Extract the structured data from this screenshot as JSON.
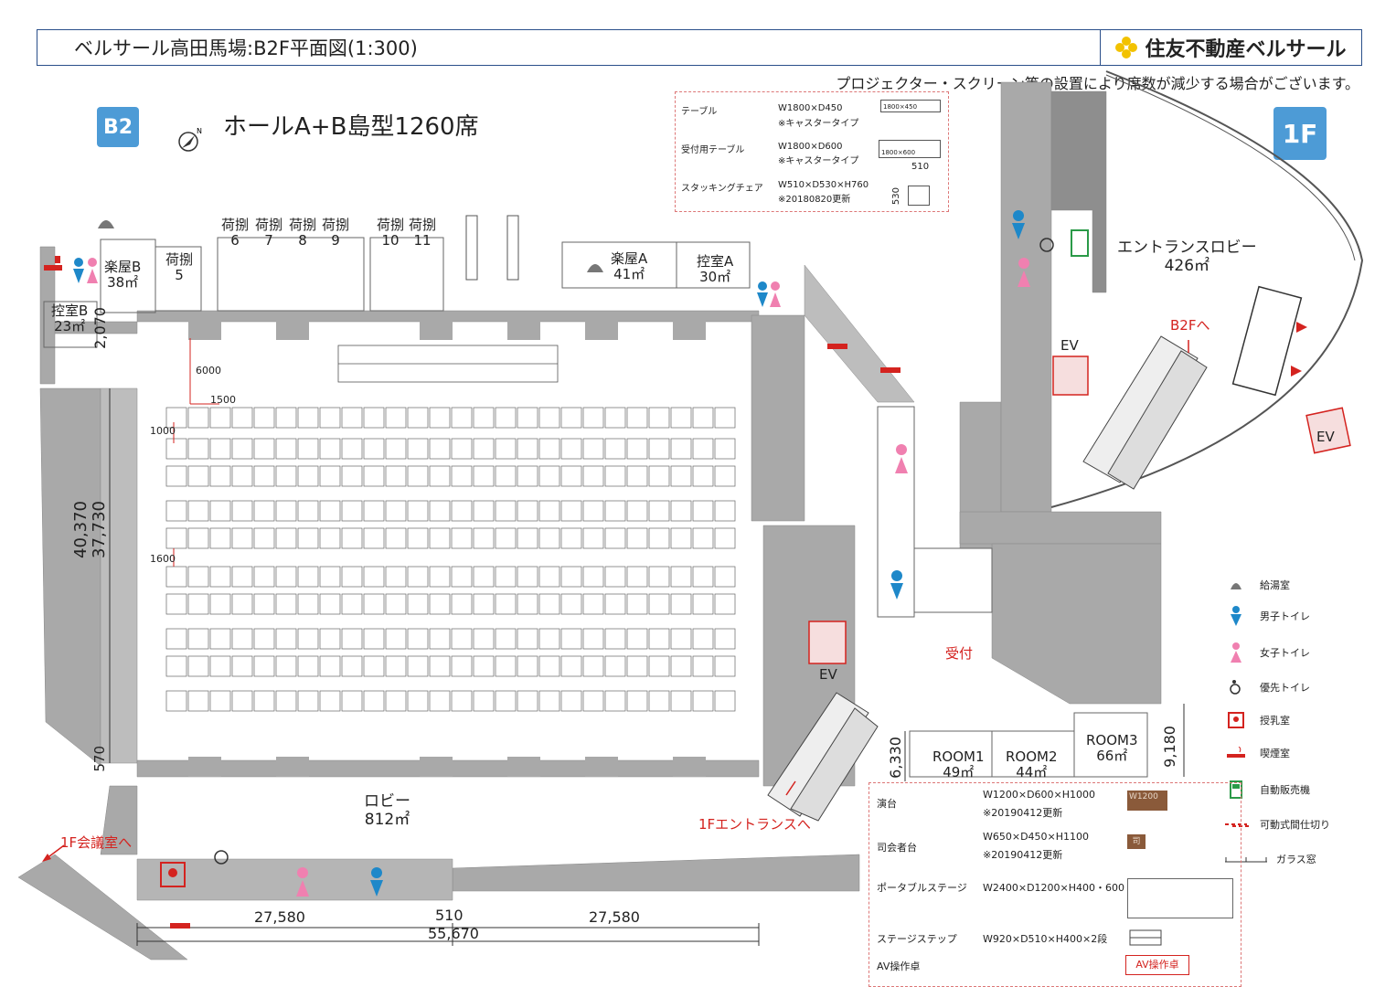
{
  "header": {
    "title": "ベルサール高田馬場:B2F平面図(1:300)",
    "brand": "住友不動産ベルサール"
  },
  "note": "プロジェクター・スクリーン等の設置により席数が減少する場合がございます。",
  "floor_b2": "B2",
  "floor_1f": "1F",
  "hall_title": "ホールA+B島型1260席",
  "north_mark": "N",
  "rooms": {
    "gakuya_b": "楽屋B",
    "gakuya_b_area": "38㎡",
    "hikae_b": "控室B",
    "hikae_b_area": "23㎡",
    "nitori_5": "荷捌\n5",
    "nitori_6": "荷捌\n6",
    "nitori_7": "荷捌\n7",
    "nitori_8": "荷捌\n8",
    "nitori_9": "荷捌\n9",
    "nitori_10": "荷捌\n10",
    "nitori_11": "荷捌\n11",
    "gakuya_a": "楽屋A",
    "gakuya_a_area": "41㎡",
    "hikae_a": "控室A",
    "hikae_a_area": "30㎡",
    "lobby": "ロビー",
    "lobby_area": "812㎡",
    "entrance_lobby": "エントランスロビー",
    "entrance_lobby_area": "426㎡",
    "room1": "ROOM1",
    "room1_area": "49㎡",
    "room2": "ROOM2",
    "room2_area": "44㎡",
    "room3": "ROOM3",
    "room3_area": "66㎡",
    "ev": "EV",
    "reception": "受付",
    "to_b2f": "B2Fへ",
    "to_1f_entrance": "1Fエントランスへ",
    "to_1f_meeting": "1F会議室へ"
  },
  "dimensions": {
    "d6000": "6000",
    "d1500": "1500",
    "d1000": "1000",
    "d1600": "1600",
    "d2070": "2,070",
    "d40370": "40,370",
    "d37730": "37,730",
    "d570": "570",
    "d27580a": "27,580",
    "d510": "510",
    "d27580b": "27,580",
    "d55670": "55,670",
    "d6330": "6,330",
    "d9180": "9,180"
  },
  "furniture": {
    "table": "テーブル",
    "table_spec": "W1800×D450",
    "table_note": "※キャスタータイプ",
    "table_box": "1800×450",
    "reception_table": "受付用テーブル",
    "reception_spec": "W1800×D600",
    "reception_note": "※キャスタータイプ",
    "reception_box": "1800×600",
    "chair": "スタッキングチェア",
    "chair_spec": "W510×D530×H760",
    "chair_note": "※20180820更新",
    "chair_w": "510",
    "chair_d": "530"
  },
  "legend": [
    {
      "icon": "kettle-icon",
      "label": "給湯室"
    },
    {
      "icon": "male-icon",
      "label": "男子トイレ"
    },
    {
      "icon": "female-icon",
      "label": "女子トイレ"
    },
    {
      "icon": "wheelchair-icon",
      "label": "優先トイレ"
    },
    {
      "icon": "nursing-icon",
      "label": "授乳室"
    },
    {
      "icon": "smoking-icon",
      "label": "喫煙室"
    },
    {
      "icon": "vending-icon",
      "label": "自動販売機"
    },
    {
      "icon": "partition-icon",
      "label": "可動式間仕切り"
    },
    {
      "icon": "glass-window-icon",
      "label": "ガラス窓"
    }
  ],
  "equipment": {
    "stage": "演台",
    "stage_spec": "W1200×D600×H1000",
    "stage_note": "※20190412更新",
    "stage_box": "W1200",
    "mc": "司会者台",
    "mc_spec": "W650×D450×H1100",
    "mc_note": "※20190412更新",
    "mc_box": "司",
    "portable": "ポータブルステージ",
    "portable_spec": "W2400×D1200×H400・600",
    "step": "ステージステップ",
    "step_spec": "W920×D510×H400×2段",
    "av": "AV操作卓",
    "av_box": "AV操作卓"
  },
  "colors": {
    "wall": "#a9a9a9",
    "accent_blue": "#4d9bd6",
    "male": "#1e88c9",
    "female": "#f080b0",
    "red": "#d4231f",
    "green": "#2a9a48",
    "brand_yellow": "#f2c200"
  }
}
